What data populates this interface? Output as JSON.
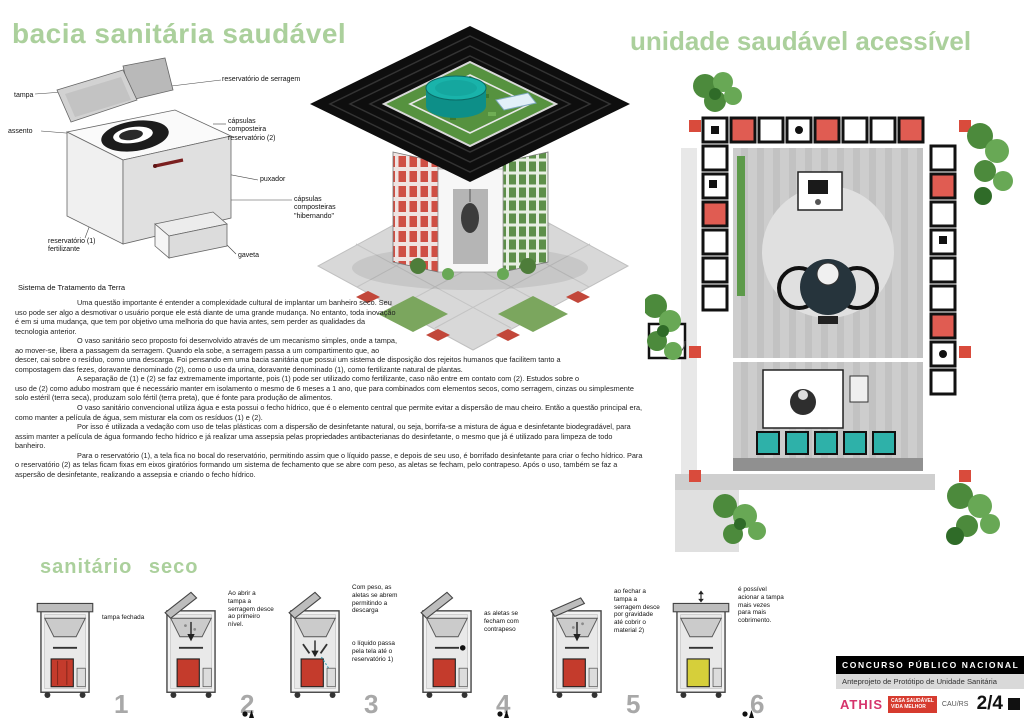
{
  "titles": {
    "left": "bacia sanitária saudável",
    "right": "unidade saudável acessível",
    "section": "sanitário seco"
  },
  "exploded": {
    "labels": {
      "reservatorio_serragem": "reservatório de serragem",
      "tampa": "tampa",
      "assento": "assento",
      "capsulas_reservatorio": "cápsulas composteira reservatório (2)",
      "puxador": "puxador",
      "capsulas_hibernando": "cápsulas composteiras \"hibernando\"",
      "reservatorio_fertilizante": "reservatório (1) fertilizante",
      "gaveta": "gaveta",
      "sistema": "Sistema de Tratamento da Terra"
    }
  },
  "body": {
    "paragraphs": [
      "Uma questão importante é entender a complexidade cultural de implantar um banheiro seco. Seu uso pode ser algo a desmotivar o usuário porque ele está diante de uma grande mudança. No entanto, toda inovação é em si uma mudança, que tem por objetivo uma melhoria do que havia antes, sem perder as qualidades da tecnologia anterior.",
      "O vaso sanitário seco proposto foi desenvolvido através de um mecanismo simples, onde a tampa, ao mover-se, libera a passagem da serragem. Quando ela sobe, a serragem passa a um compartimento que, ao descer, cai sobre o resíduo, como uma descarga. Foi pensando em uma bacia sanitária que possui um sistema de disposição dos rejeitos humanos que facilitem tanto a compostagem das fezes, doravante denominado (2), como o uso da urina, doravante denominado (1),  como fertilizante natural de plantas.",
      "A separação de (1) e (2) se faz extremamente importante, pois (1) pode ser utilizado como fertilizante, caso não entre em contato com (2). Estudos sobre o uso de (2) como adubo mostram que é necessário manter em isolamento o mesmo de 6 meses a 1 ano, que para combinados com elementos secos, como serragem, cinzas ou simplesmente solo estéril (terra seca), produzam solo fértil (terra preta), que é fonte para produção de alimentos.",
      "O vaso sanitário convencional utiliza água e esta possui o fecho hídrico, que é o elemento central que permite evitar a dispersão de mau cheiro. Então a questão principal era, como manter a película de água, sem misturar ela com os resíduos (1) e (2).",
      "Por isso é utilizada a vedação com uso de telas plásticas com a dispersão de  desinfetante natural, ou seja, borrifa-se a mistura de água e desinfetante biodegradável, para assim manter a película de água formando fecho hídrico e já realizar uma assepsia pelas propriedades antibacterianas do desinfetante, o mesmo que já é utilizado para limpeza de todo banheiro.",
      "Para o reservatório (1), a tela fica no bocal do reservatório, permitindo assim que o líquido passe, e depois de seu uso, é borrifado desinfetante para criar o fecho hídrico. Para o reservatório (2) as telas ficam fixas em eixos giratórios formando um sistema de fechamento que se abre com peso, as aletas se fecham, pelo contrapeso. Após o uso, também se faz a aspersão de desinfetante, realizando a assepsia e criando o fecho hídrico."
    ]
  },
  "steps": [
    {
      "num": "1",
      "captions": [
        "tampa fechada"
      ]
    },
    {
      "num": "2",
      "captions": [
        "Ao abrir a tampa a serragem desce ao primeiro nível."
      ]
    },
    {
      "num": "3",
      "captions": [
        "Com peso, as aletas se abrem permitindo a descarga",
        "o líquido passa pela tela até o reservatório 1)"
      ]
    },
    {
      "num": "4",
      "captions": [
        "as aletas se fecham com contrapeso"
      ]
    },
    {
      "num": "5",
      "captions": [
        "ao fechar a tampa a serragem desce por gravidade até cobrir o material 2)"
      ]
    },
    {
      "num": "6",
      "captions": [
        "é possível acionar a tampa mais vezes para mais cobrimento."
      ]
    }
  ],
  "title_block": {
    "competition": "CONCURSO PÚBLICO NACIONAL",
    "project": "Anteprojeto de Protótipo de Unidade Sanitária",
    "athis": "ATHIS",
    "badge_line1": "CASA SAUDÁVEL",
    "badge_line2": "VIDA MELHOR",
    "cau": "CAU/RS",
    "page": "2/4"
  },
  "colors": {
    "title_green": "#abd09c",
    "accent_red": "#c43b2c",
    "accent_teal": "#18aca4",
    "plan_module_red": "#e05c52",
    "roof_black": "#0e0e0e"
  }
}
